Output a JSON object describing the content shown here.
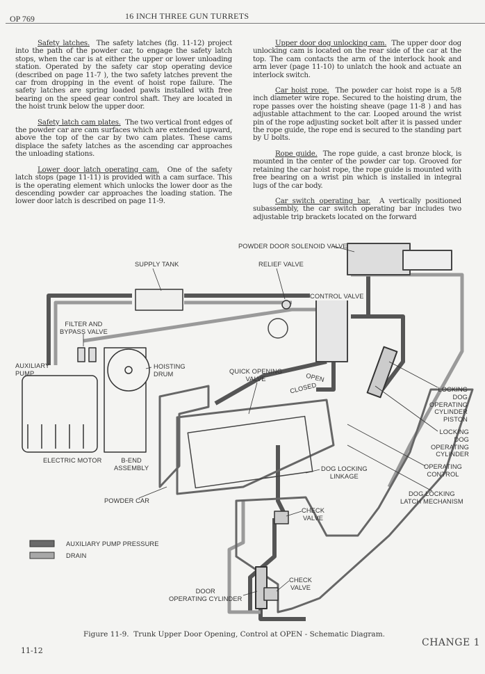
{
  "header": {
    "doc_number": "OP 769",
    "title": "16 INCH THREE GUN TURRETS"
  },
  "left_column": [
    {
      "heading": "Safety latches.",
      "body": "The safety latches (fig. 11-12) project into the path of the powder car, to engage the safety latch stops, when the car is at either the upper or lower unloading station. Operated by the safety car stop operating device (described on page 11-7 ), the two safety latches prevent the car from dropping in the event of hoist rope failure. The safety latches are spring loaded pawls installed with free bearing on the speed gear control shaft. They are located in the hoist trunk below the upper door."
    },
    {
      "heading": "Safety latch cam plates.",
      "body": "The two vertical front edges of the powder car are cam surfaces which are extended upward, above the top of the car by two cam plates. These cams displace the safety latches as the ascending car approaches the unloading stations."
    },
    {
      "heading": "Lower door latch operating cam.",
      "body": "One of the safety latch stops (page 11-11) is provided with a cam surface. This is the operating element which unlocks the lower door as the descending powder car approaches the loading station. The lower door latch is described on page 11-9."
    }
  ],
  "right_column": [
    {
      "heading": "Upper door dog unlocking cam.",
      "body": "The upper door dog unlocking cam is located on the rear side of the car at the top. The cam contacts the arm of the interlock hook and arm lever (page 11-10) to unlatch the hook and actuate an interlock switch."
    },
    {
      "heading": "Car hoist rope.",
      "body": "The powder car hoist rope is a 5/8 inch diameter wire rope. Secured to the hoisting drum, the rope passes over the hoisting sheave (page 11-8 ) and has adjustable attachment to the car. Looped around the wrist pin of the rope adjusting socket bolt after it is passed under the rope guide, the rope end is secured to the standing part by U bolts."
    },
    {
      "heading": "Rope guide.",
      "body": "The rope guide, a cast bronze block, is mounted in the center of the powder car top. Grooved for retaining the car hoist rope, the rope guide is mounted with free bearing on a wrist pin which is installed in integral lugs of the car body."
    },
    {
      "heading": "Car switch operating bar.",
      "body": "A vertically positioned subassembly, the car switch operating bar includes two adjustable trip brackets located on the forward"
    }
  ],
  "diagram": {
    "labels": {
      "powder_door_solenoid_valve": "POWDER DOOR SOLENOID VALVE",
      "supply_tank": "SUPPLY TANK",
      "relief_valve": "RELIEF VALVE",
      "control_valve": "CONTROL VALVE",
      "filter_bypass_valve": "FILTER AND\nBYPASS VALVE",
      "auxiliary_pump": "AUXILIARY\nPUMP",
      "hoisting_drum": "HOISTING\nDRUM",
      "quick_opening_valve": "QUICK OPENING\nVALVE",
      "open": "OPEN",
      "closed": "CLOSED",
      "locking_dog_cylinder_piston": "LOCKING\nDOG\nOPERATING\nCYLINDER\nPISTON",
      "locking_dog_cylinder": "LOCKING\nDOG\nOPERATING\nCYLINDER",
      "operating_control": "OPERATING\nCONTROL",
      "dog_locking_latch_mechanism": "DOG LOCKING\nLATCH MECHANISM",
      "electric_motor": "ELECTRIC MOTOR",
      "b_end_assembly": "B-END\nASSEMBLY",
      "dog_locking_linkage": "DOG LOCKING\nLINKAGE",
      "powder_car": "POWDER CAR",
      "check_valve_upper": "CHECK\nVALVE",
      "check_valve_lower": "CHECK\nVALVE",
      "door_operating_cylinder": "DOOR\nOPERATING CYLINDER"
    },
    "legend": [
      {
        "label": "AUXILIARY PUMP PRESSURE",
        "color": "#6a6a6a"
      },
      {
        "label": "DRAIN",
        "color": "#a8a8a8"
      }
    ]
  },
  "caption": "Figure 11-9.  Trunk Upper Door Opening, Control at OPEN - Schematic Diagram.",
  "footer": {
    "page_number": "11-12",
    "change": "CHANGE 1"
  }
}
